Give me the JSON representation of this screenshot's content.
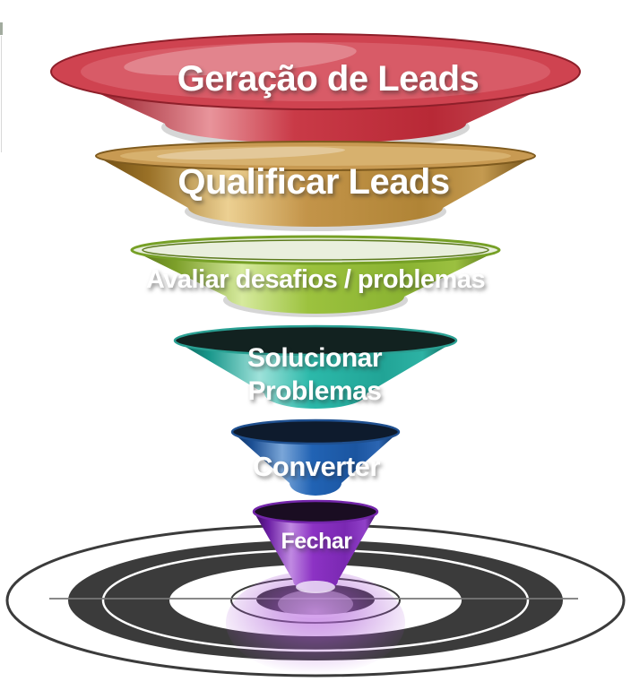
{
  "funnel": {
    "text_color": "#ffffff",
    "stages": [
      {
        "id": "geracao-de-leads",
        "label": "Geração de Leads",
        "color": "#c23240"
      },
      {
        "id": "qualificar-leads",
        "label": "Qualificar Leads",
        "color": "#b5853f"
      },
      {
        "id": "avaliar-desafios",
        "label": "Avaliar desafios / problemas",
        "color": "#8cb832"
      },
      {
        "id": "solucionar-problemas",
        "label": "Solucionar Problemas",
        "line1": "Solucionar",
        "line2": "Problemas",
        "color": "#27b3a4"
      },
      {
        "id": "converter",
        "label": "Converter",
        "color": "#1f5caa"
      },
      {
        "id": "fechar",
        "label": "Fechar",
        "color": "#8a2fc0"
      }
    ]
  },
  "target": {
    "icon": "bullseye-target",
    "ring_color": "#3b3b3b",
    "background": "#ffffff",
    "glow_color": "#a855d4"
  }
}
